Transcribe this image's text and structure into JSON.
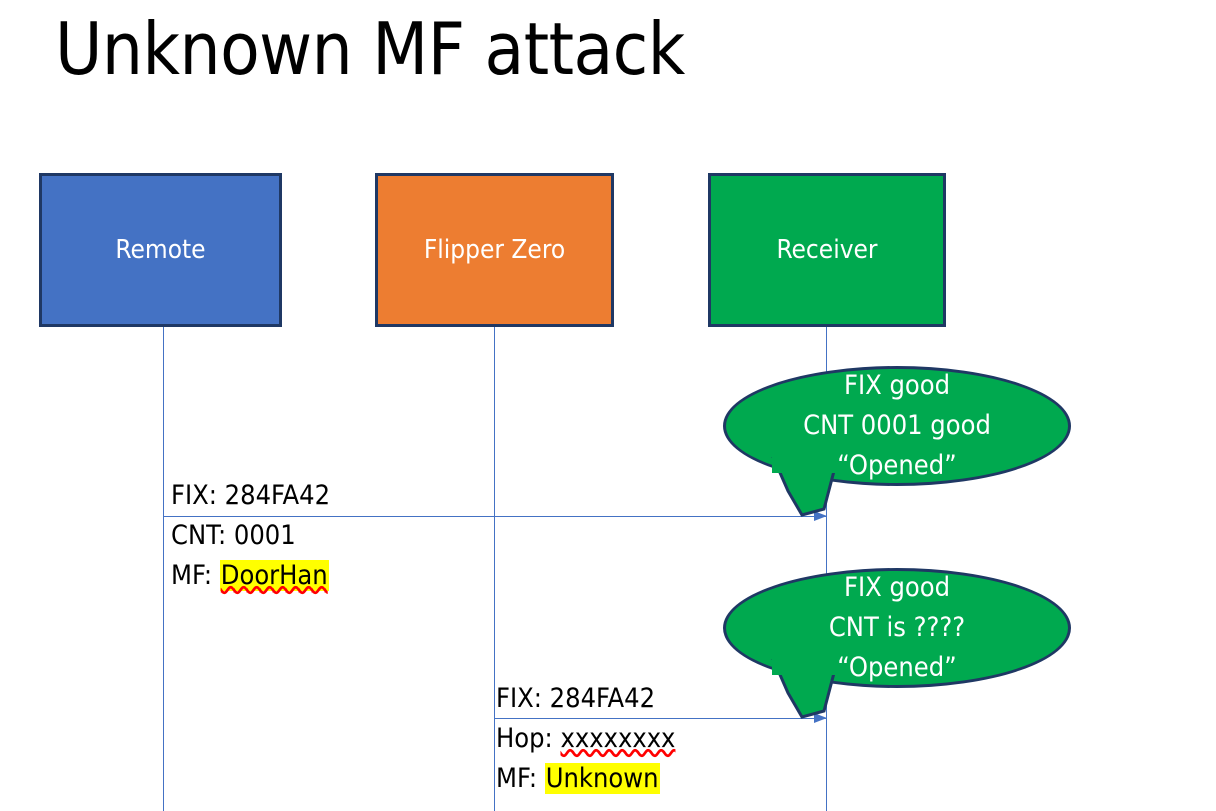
{
  "slide": {
    "title": "Unknown MF attack",
    "background": "#ffffff"
  },
  "colors": {
    "remote_box": "#4472C4",
    "flipper_box": "#ED7D31",
    "receiver_box": "#00A94F",
    "box_border": "#1F3864",
    "lifeline": "#4472C4",
    "arrow": "#4472C4",
    "highlight": "#FFFF00",
    "spellcheck_underline": "#FF0000",
    "box_text": "#ffffff",
    "label_text": "#000000"
  },
  "actors": [
    {
      "id": "remote",
      "label": "Remote"
    },
    {
      "id": "flipper",
      "label": "Flipper Zero"
    },
    {
      "id": "receiver",
      "label": "Receiver"
    }
  ],
  "messages": [
    {
      "id": "msg1",
      "from": "remote",
      "to": "receiver",
      "lines": [
        {
          "prefix": "FIX: ",
          "value": "284FA42",
          "highlight": false,
          "spellcheck": false
        },
        {
          "prefix": "CNT: ",
          "value": "0001",
          "highlight": false,
          "spellcheck": false
        },
        {
          "prefix": "MF: ",
          "value": "DoorHan",
          "highlight": true,
          "spellcheck": true
        }
      ]
    },
    {
      "id": "msg2",
      "from": "flipper",
      "to": "receiver",
      "lines": [
        {
          "prefix": "FIX: ",
          "value": "284FA42",
          "highlight": false,
          "spellcheck": false
        },
        {
          "prefix": "Hop: ",
          "value": "xxxxxxxx",
          "highlight": false,
          "spellcheck": true
        },
        {
          "prefix": "MF: ",
          "value": "Unknown",
          "highlight": true,
          "spellcheck": false
        }
      ]
    }
  ],
  "bubbles": [
    {
      "id": "first",
      "line1": "FIX good",
      "line2": "CNT 0001 good",
      "line3": "“Opened”"
    },
    {
      "id": "second",
      "line1": "FIX good",
      "line2": "CNT is ????",
      "line3": "“Opened”"
    }
  ]
}
